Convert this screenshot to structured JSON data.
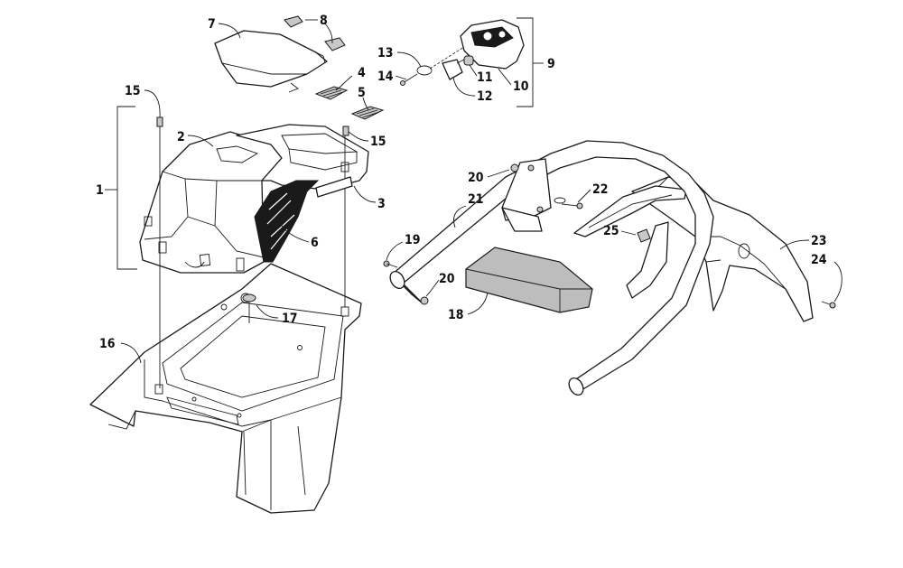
{
  "callouts": [
    {
      "id": "c1",
      "text": "1"
    },
    {
      "id": "c2",
      "text": "2"
    },
    {
      "id": "c3",
      "text": "3"
    },
    {
      "id": "c4",
      "text": "4"
    },
    {
      "id": "c5",
      "text": "5"
    },
    {
      "id": "c6",
      "text": "6"
    },
    {
      "id": "c7",
      "text": "7"
    },
    {
      "id": "c8",
      "text": "8"
    },
    {
      "id": "c9",
      "text": "9"
    },
    {
      "id": "c10",
      "text": "10"
    },
    {
      "id": "c11",
      "text": "11"
    },
    {
      "id": "c12",
      "text": "12"
    },
    {
      "id": "c13",
      "text": "13"
    },
    {
      "id": "c14",
      "text": "14"
    },
    {
      "id": "c15a",
      "text": "15"
    },
    {
      "id": "c15b",
      "text": "15"
    },
    {
      "id": "c16",
      "text": "16"
    },
    {
      "id": "c17",
      "text": "17"
    },
    {
      "id": "c18",
      "text": "18"
    },
    {
      "id": "c19",
      "text": "19"
    },
    {
      "id": "c20a",
      "text": "20"
    },
    {
      "id": "c20b",
      "text": "20"
    },
    {
      "id": "c21",
      "text": "21"
    },
    {
      "id": "c22",
      "text": "22"
    },
    {
      "id": "c23",
      "text": "23"
    },
    {
      "id": "c24",
      "text": "24"
    },
    {
      "id": "c25",
      "text": "25"
    }
  ]
}
